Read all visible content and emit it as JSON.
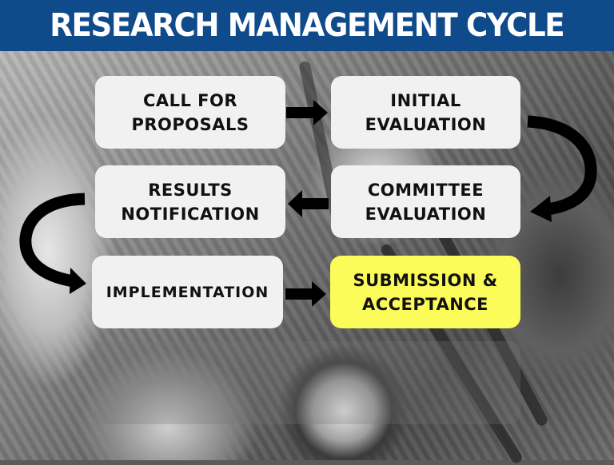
{
  "header": {
    "title": "RESEARCH MANAGEMENT CYCLE",
    "background_color": "#0f4a8a",
    "text_color": "#ffffff"
  },
  "diagram": {
    "type": "process-cycle",
    "steps": [
      {
        "order": 1,
        "label": "CALL FOR\nPROPOSALS",
        "highlighted": false
      },
      {
        "order": 2,
        "label": "INITIAL\nEVALUATION",
        "highlighted": false
      },
      {
        "order": 3,
        "label": "COMMITTEE\nEVALUATION",
        "highlighted": false
      },
      {
        "order": 4,
        "label": "RESULTS\nNOTIFICATION",
        "highlighted": false
      },
      {
        "order": 5,
        "label": "IMPLEMENTATION",
        "highlighted": false
      },
      {
        "order": 6,
        "label": "SUBMISSION &\nACCEPTANCE",
        "highlighted": true
      }
    ],
    "arrows": [
      {
        "from": 1,
        "to": 2,
        "style": "straight-right"
      },
      {
        "from": 2,
        "to": 3,
        "style": "curved-right-side"
      },
      {
        "from": 3,
        "to": 4,
        "style": "straight-left"
      },
      {
        "from": 4,
        "to": 5,
        "style": "curved-left-side"
      },
      {
        "from": 5,
        "to": 6,
        "style": "straight-right"
      }
    ],
    "box_color": "#f1f1f1",
    "highlight_color": "#fbfb5a",
    "arrow_color": "#000000"
  },
  "background": {
    "description": "grayscale engine photograph"
  }
}
